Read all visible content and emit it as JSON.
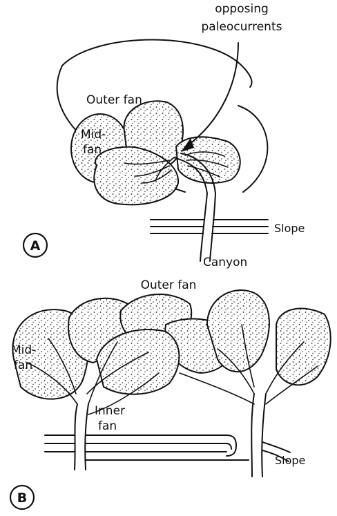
{
  "panel_a": {
    "letter": "A",
    "opposing_line1": "opposing",
    "opposing_line2": "paleocurrents",
    "outer_fan": "Outer fan",
    "mid_line1": "Mid-",
    "mid_line2": "fan",
    "slope": "Slope",
    "canyon": "Canyon"
  },
  "panel_b": {
    "letter": "B",
    "outer_fan": "Outer fan",
    "mid_line1": "Mid-",
    "mid_line2": "fan",
    "inner_line1": "Inner",
    "inner_line2": "fan",
    "slope": "Slope"
  }
}
